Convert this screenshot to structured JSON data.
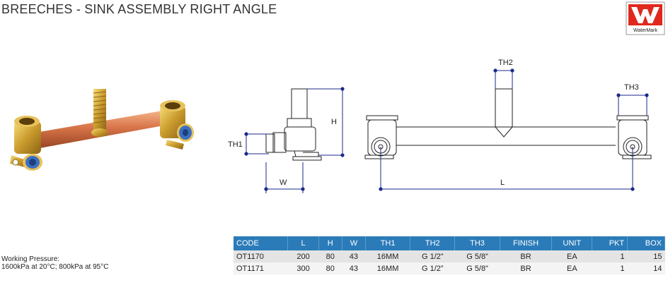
{
  "title": "BREECHES - SINK ASSEMBLY RIGHT ANGLE",
  "watermark": {
    "label": "WaterMark",
    "brand_color": "#e0281e"
  },
  "drawing": {
    "side_labels": {
      "th1": "TH1",
      "h": "H",
      "w": "W"
    },
    "front_labels": {
      "th2": "TH2",
      "th3": "TH3",
      "l": "L"
    },
    "dimension_color": "#1b2a8a"
  },
  "spec_table": {
    "headers": [
      "CODE",
      "L",
      "H",
      "W",
      "TH1",
      "TH2",
      "TH3",
      "FINISH",
      "UNIT",
      "PKT",
      "BOX"
    ],
    "rows": [
      [
        "OT1170",
        "200",
        "80",
        "43",
        "16MM",
        "G 1/2”",
        "G 5/8”",
        "BR",
        "EA",
        "1",
        "15"
      ],
      [
        "OT1171",
        "300",
        "80",
        "43",
        "16MM",
        "G 1/2”",
        "G 5/8”",
        "BR",
        "EA",
        "1",
        "14"
      ]
    ],
    "header_color": "#2b7bb9"
  },
  "working_pressure": {
    "label": "Working Pressure:",
    "value": "1600kPa at 20°C; 800kPa at 95°C"
  }
}
